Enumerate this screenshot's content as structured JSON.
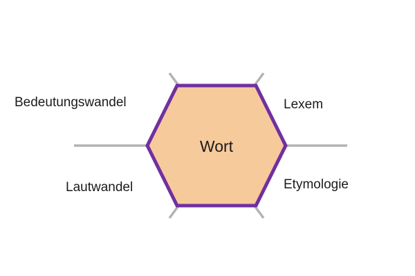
{
  "diagram": {
    "center": {
      "label": "Wort"
    },
    "labels": {
      "top_left": "Bedeutungswandel",
      "top_right": "Lexem",
      "bottom_left": "Lautwandel",
      "bottom_right": "Etymologie"
    },
    "colors": {
      "hexagon_fill": "#f7ca9c",
      "hexagon_stroke": "#7030a0",
      "connector_lines": "#b3b3b3",
      "text": "#1a1a1a"
    }
  }
}
